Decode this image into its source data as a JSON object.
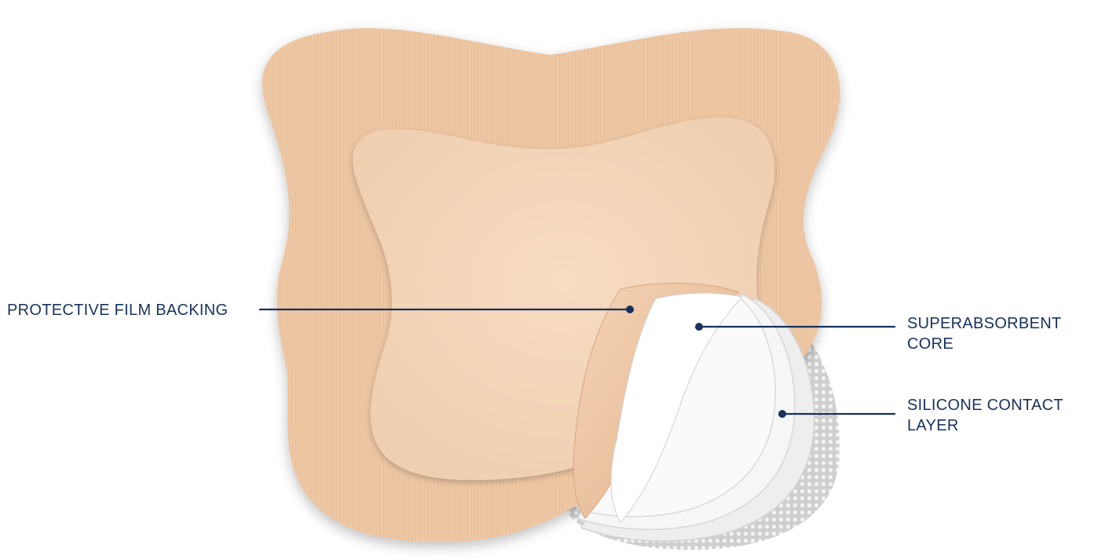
{
  "labels": {
    "protective_film_backing": "PROTECTIVE FILM BACKING",
    "superabsorbent_core_line1": "SUPERABSORBENT",
    "superabsorbent_core_line2": "CORE",
    "silicone_contact_layer_line1": "SILICONE CONTACT",
    "silicone_contact_layer_line2": "LAYER"
  },
  "colors": {
    "label_text": "#17325c",
    "leader_line": "#17325c",
    "dressing_border": "#eec7a4",
    "dressing_pad": "#f3d2b4",
    "silicone_layer": "#d9d9d9",
    "core_layers": "#f4f4f4"
  }
}
